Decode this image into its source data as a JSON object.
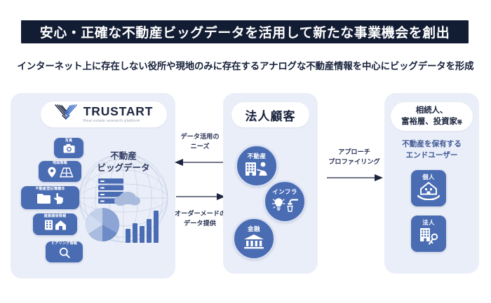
{
  "header": {
    "headline": "安心・正確な不動産ビッグデータを活用して新たな事業機会を創出",
    "subhead": "インターネット上に存在しない役所や現地のみに存在するアナログな不動産情報を中心にビッグデータを形成",
    "bar_color": "#121c33"
  },
  "colors": {
    "panel_bg": "#eaeef8",
    "badge_blue": "#4a6cb3",
    "navy": "#18213c",
    "accent_text": "#3f5894"
  },
  "left_panel": {
    "logo": {
      "name": "TRUSTART",
      "tagline": "Real estate research platform",
      "mark_icon": "wing-chevron-logo-icon"
    },
    "globe_label_line1": "不動産",
    "globe_label_line2": "ビッグデータ",
    "globe_icon": "wireframe-globe-icon",
    "globe_graphics": [
      "server-stack-icon",
      "cloud-icon",
      "pie-chart-icon",
      "bar-chart-icon"
    ],
    "badges": [
      {
        "label": "写真",
        "icon": "camera-icon"
      },
      {
        "label": "地図情報",
        "icon": "map-pin-and-map-icon"
      },
      {
        "label": "不動産登記簿謄本",
        "icon": "folder-and-pointing-hand-icon"
      },
      {
        "label": "建築関係情報",
        "icon": "building-and-house-icon"
      },
      {
        "label": "ヒアリング情報",
        "icon": "magnifier-icon"
      }
    ]
  },
  "connector_left": {
    "top_caption_line1": "データ活用の",
    "top_caption_line2": "ニーズ",
    "top_arrow_direction": "left",
    "bottom_caption_line1": "オーダーメードの",
    "bottom_caption_line2": "データ提供",
    "bottom_arrow_direction": "right"
  },
  "center_panel": {
    "title": "法人顧客",
    "circles": [
      {
        "label": "不動産",
        "icon": "building-and-agent-icon"
      },
      {
        "label": "インフラ",
        "icon": "lightbulb-and-faucet-icon"
      },
      {
        "label": "金融",
        "icon": "bank-icon"
      }
    ]
  },
  "connector_right": {
    "caption_line1": "アプローチ",
    "caption_line2": "プロファイリング",
    "arrow_direction": "right"
  },
  "right_panel": {
    "title_line1": "相続人、",
    "title_line2": "富裕層、投資家",
    "title_suffix": "等",
    "subtitle_line1": "不動産を保有する",
    "subtitle_line2": "エンドユーザー",
    "badges": [
      {
        "label": "個人",
        "icon": "house-on-hand-icon"
      },
      {
        "label": "法人",
        "icon": "building-and-key-icon"
      }
    ]
  }
}
